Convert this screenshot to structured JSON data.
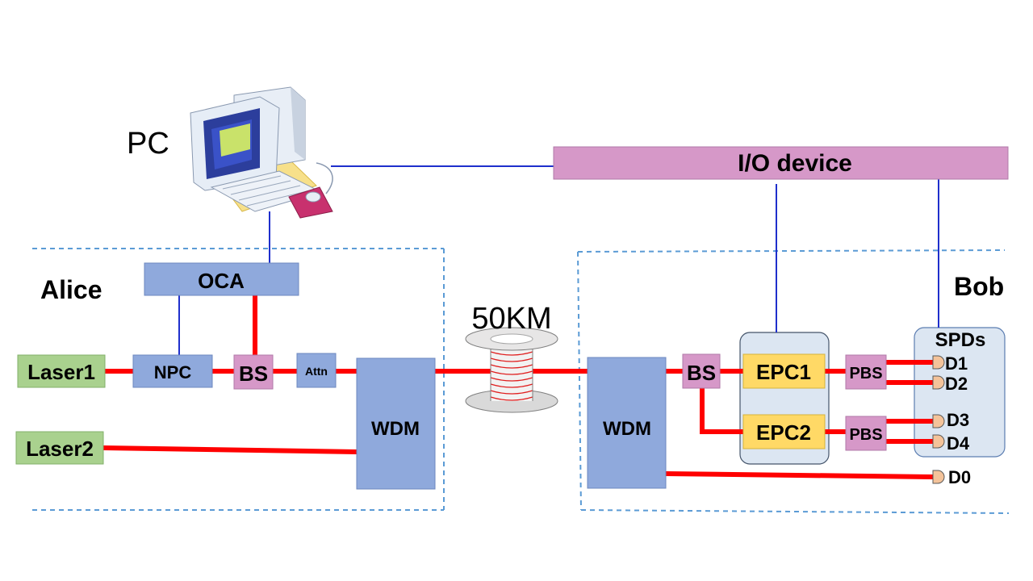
{
  "labels": {
    "pc": "PC",
    "io_device": "I/O device",
    "alice": "Alice",
    "bob": "Bob",
    "oca": "OCA",
    "laser1": "Laser1",
    "laser2": "Laser2",
    "npc": "NPC",
    "bs_alice": "BS",
    "attn": "Attn",
    "wdm_alice": "WDM",
    "fiber": "50KM",
    "wdm_bob": "WDM",
    "bs_bob": "BS",
    "epc1": "EPC1",
    "epc2": "EPC2",
    "pbs1": "PBS",
    "pbs2": "PBS",
    "spds": "SPDs",
    "d1": "D1",
    "d2": "D2",
    "d3": "D3",
    "d4": "D4",
    "d0": "D0"
  },
  "colors": {
    "optical_link": "#ff0000",
    "electrical_link": "#1f2fcc",
    "module_blue": "#8fa9dc",
    "module_pink": "#d698c8",
    "laser_green": "#a9d18e",
    "epc_yellow": "#ffd966",
    "boundary": "#5b9bd5",
    "spd_group": "#dce6f2"
  },
  "icons": {
    "computer": "desktop-computer-icon",
    "fiber_spool": "fiber-spool-icon",
    "detector": "photodetector-icon"
  }
}
